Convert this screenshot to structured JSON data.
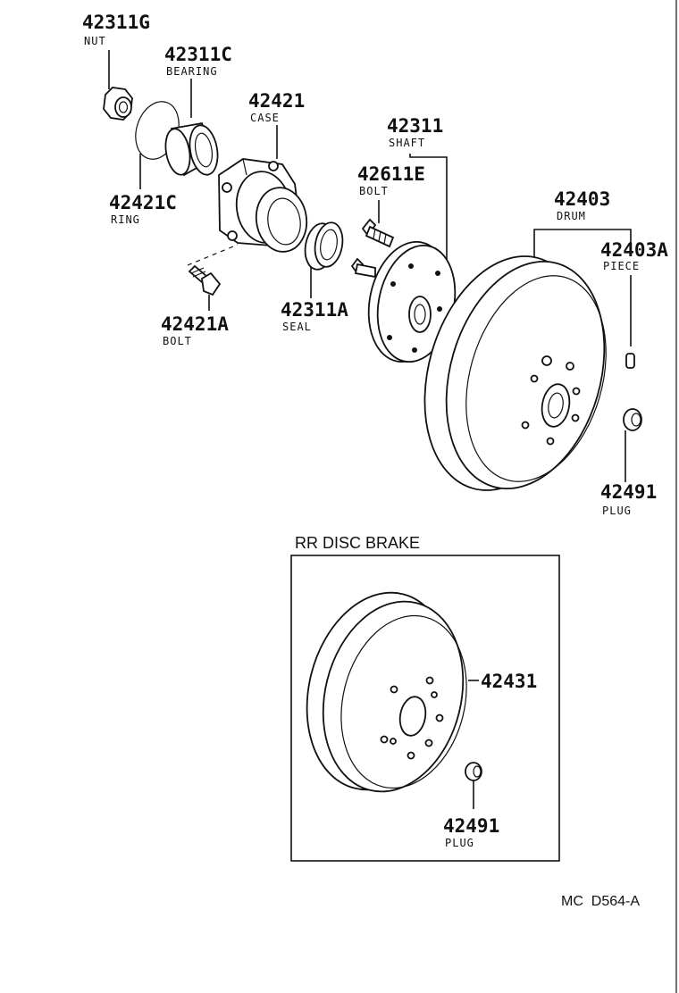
{
  "parts": {
    "nut": {
      "number": "42311G",
      "name": "NUT"
    },
    "bearing": {
      "number": "42311C",
      "name": "BEARING"
    },
    "case": {
      "number": "42421",
      "name": "CASE"
    },
    "ring": {
      "number": "42421C",
      "name": "RING"
    },
    "shaft": {
      "number": "42311",
      "name": "SHAFT"
    },
    "hub_bolt": {
      "number": "42611E",
      "name": "BOLT"
    },
    "drum": {
      "number": "42403",
      "name": "DRUM"
    },
    "piece": {
      "number": "42403A",
      "name": "PIECE"
    },
    "case_bolt": {
      "number": "42421A",
      "name": "BOLT"
    },
    "seal": {
      "number": "42311A",
      "name": "SEAL"
    },
    "drum_plug": {
      "number": "42491",
      "name": "PLUG"
    }
  },
  "disc_brake_box": {
    "title": "RR DISC BRAKE",
    "disc": {
      "number": "42431"
    },
    "plug": {
      "number": "42491",
      "name": "PLUG"
    }
  },
  "footer": {
    "code": "MC  D564-A"
  }
}
